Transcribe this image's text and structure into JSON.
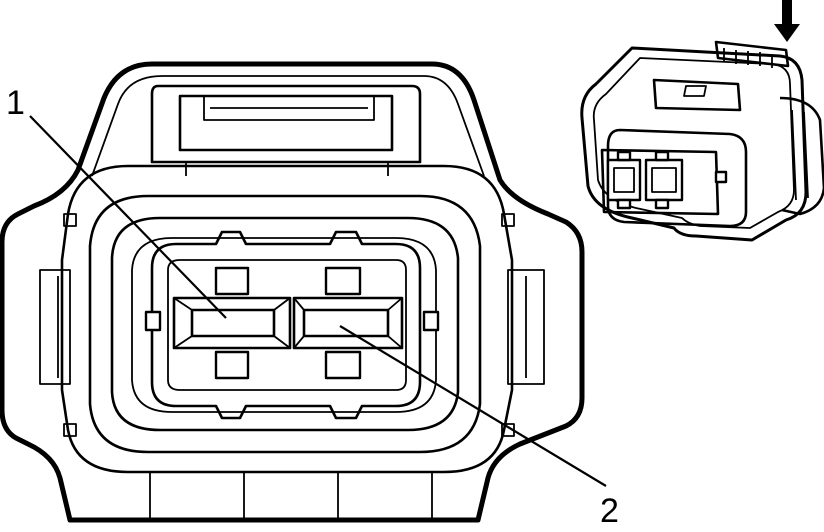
{
  "callouts": [
    {
      "label": "1",
      "target": "terminal-cavity-1"
    },
    {
      "label": "2",
      "target": "terminal-cavity-2"
    }
  ],
  "icons": [
    "arrow-down-icon"
  ]
}
